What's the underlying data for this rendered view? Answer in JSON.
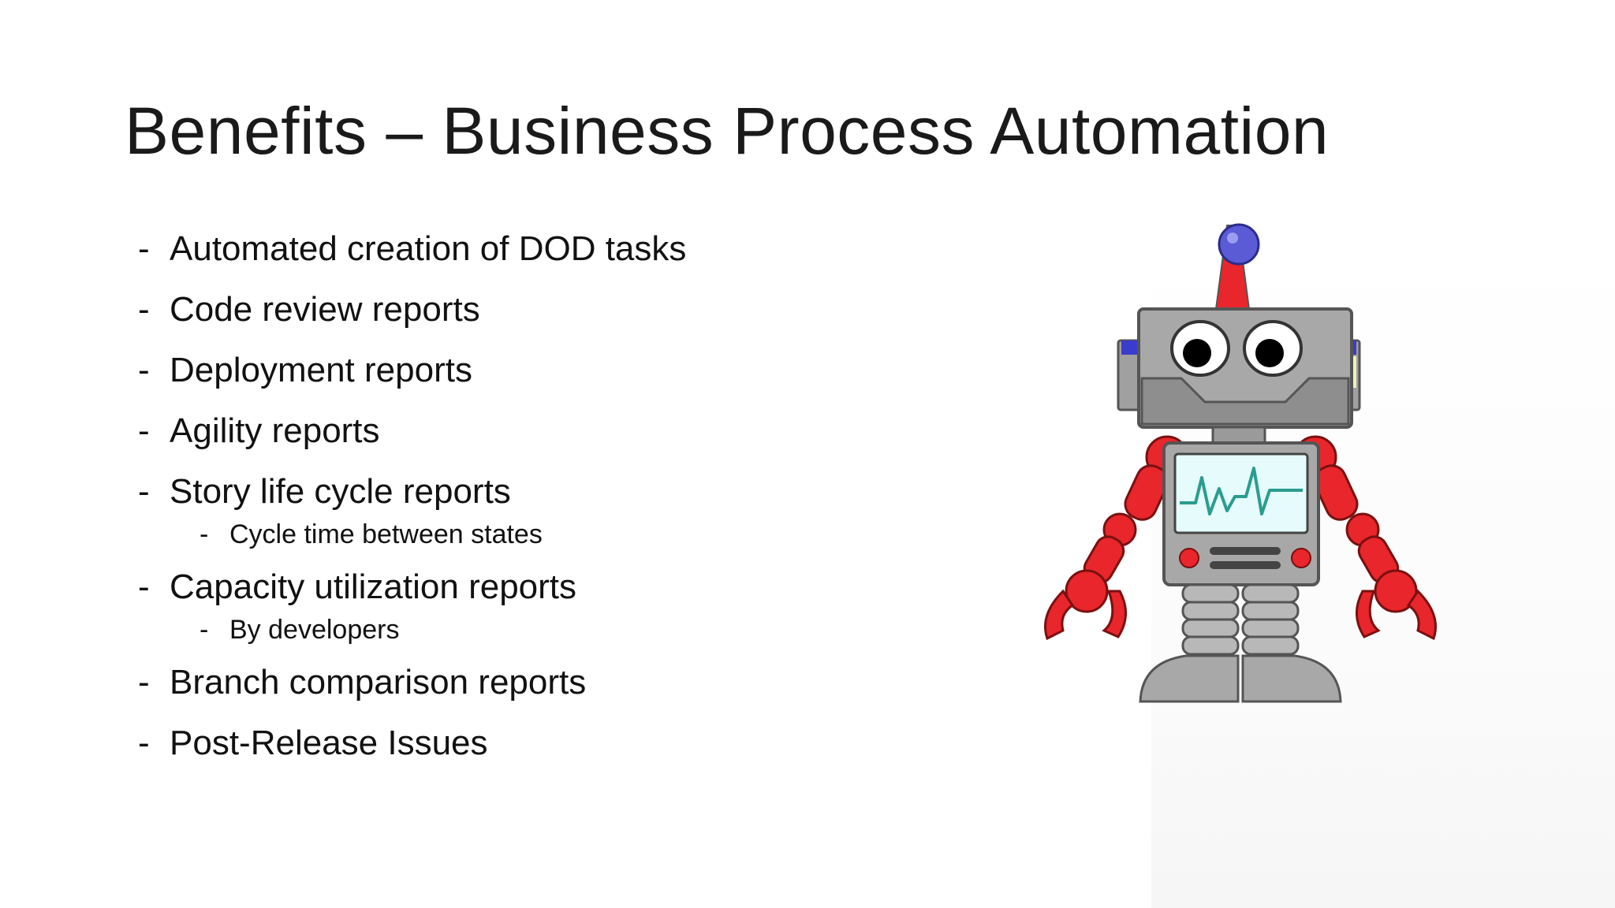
{
  "slide": {
    "title": "Benefits – Business Process Automation",
    "bullets": [
      {
        "text": "Automated creation of DOD tasks",
        "level": 1
      },
      {
        "text": "Code review reports",
        "level": 1
      },
      {
        "text": "Deployment reports",
        "level": 1
      },
      {
        "text": "Agility reports",
        "level": 1
      },
      {
        "text": "Story life cycle reports",
        "level": 1
      },
      {
        "text": "Cycle time between states",
        "level": 2
      },
      {
        "text": "Capacity utilization reports",
        "level": 1
      },
      {
        "text": "By developers",
        "level": 2
      },
      {
        "text": "Branch comparison reports",
        "level": 1
      },
      {
        "text": "Post-Release Issues",
        "level": 1
      }
    ],
    "bullet_marker": "-",
    "illustration": "robot-illustration"
  },
  "colors": {
    "robot_gray": "#a6a6a6",
    "robot_red": "#e8262b",
    "antenna_ball": "#5b5bd6",
    "screen": "#e6fbfb",
    "heartbeat": "#2a9d8f"
  }
}
